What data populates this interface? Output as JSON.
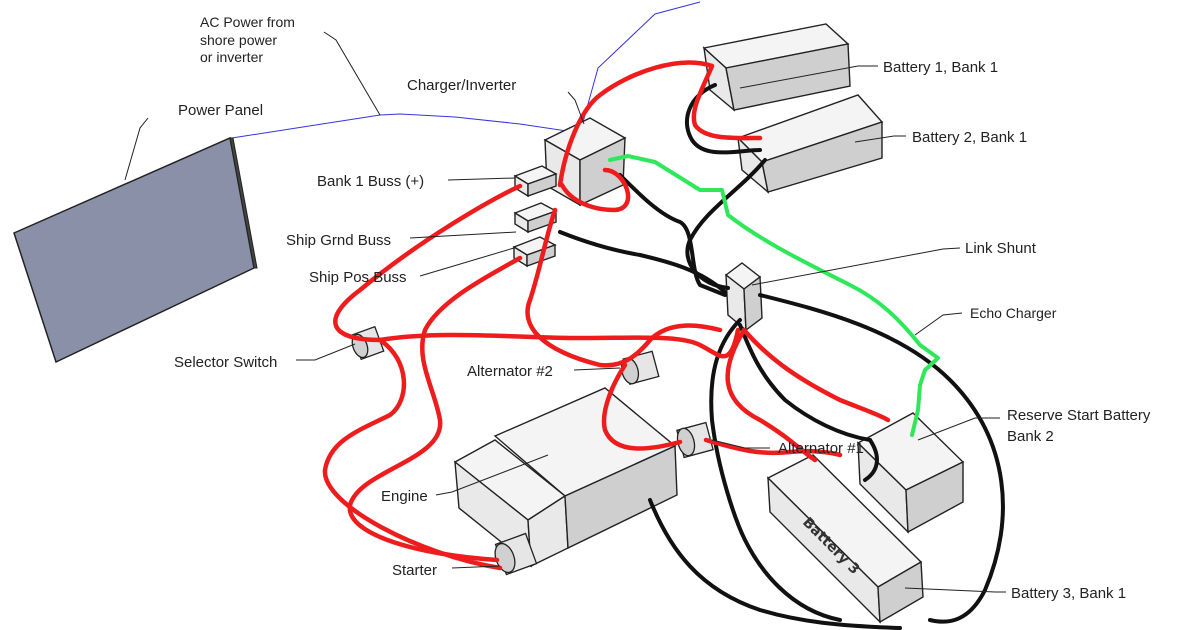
{
  "labels": {
    "ac_power": [
      "AC Power from",
      "shore power",
      "or inverter"
    ],
    "power_panel": "Power Panel",
    "charger_inverter": "Charger/Inverter",
    "battery1": "Battery 1, Bank 1",
    "battery2": "Battery 2, Bank 1",
    "bank1_buss": "Bank 1 Buss (+)",
    "ship_grnd_buss": "Ship Grnd Buss",
    "ship_pos_buss": "Ship Pos Buss",
    "link_shunt": "Link Shunt",
    "echo_charger": "Echo Charger",
    "selector_switch": "Selector Switch",
    "alternator2": "Alternator #2",
    "alternator1": "Alternator #1",
    "reserve_start": [
      "Reserve Start Battery",
      "Bank 2"
    ],
    "engine": "Engine",
    "starter": "Starter",
    "battery3": "Battery 3, Bank 1",
    "battery3_side": "Battery 3"
  },
  "colors": {
    "positive_wire": "#ee1c1c",
    "negative_wire": "#111111",
    "echo_wire": "#2fe85a",
    "ac_wire": "#3535e0",
    "panel_face": "#8a90a8"
  }
}
